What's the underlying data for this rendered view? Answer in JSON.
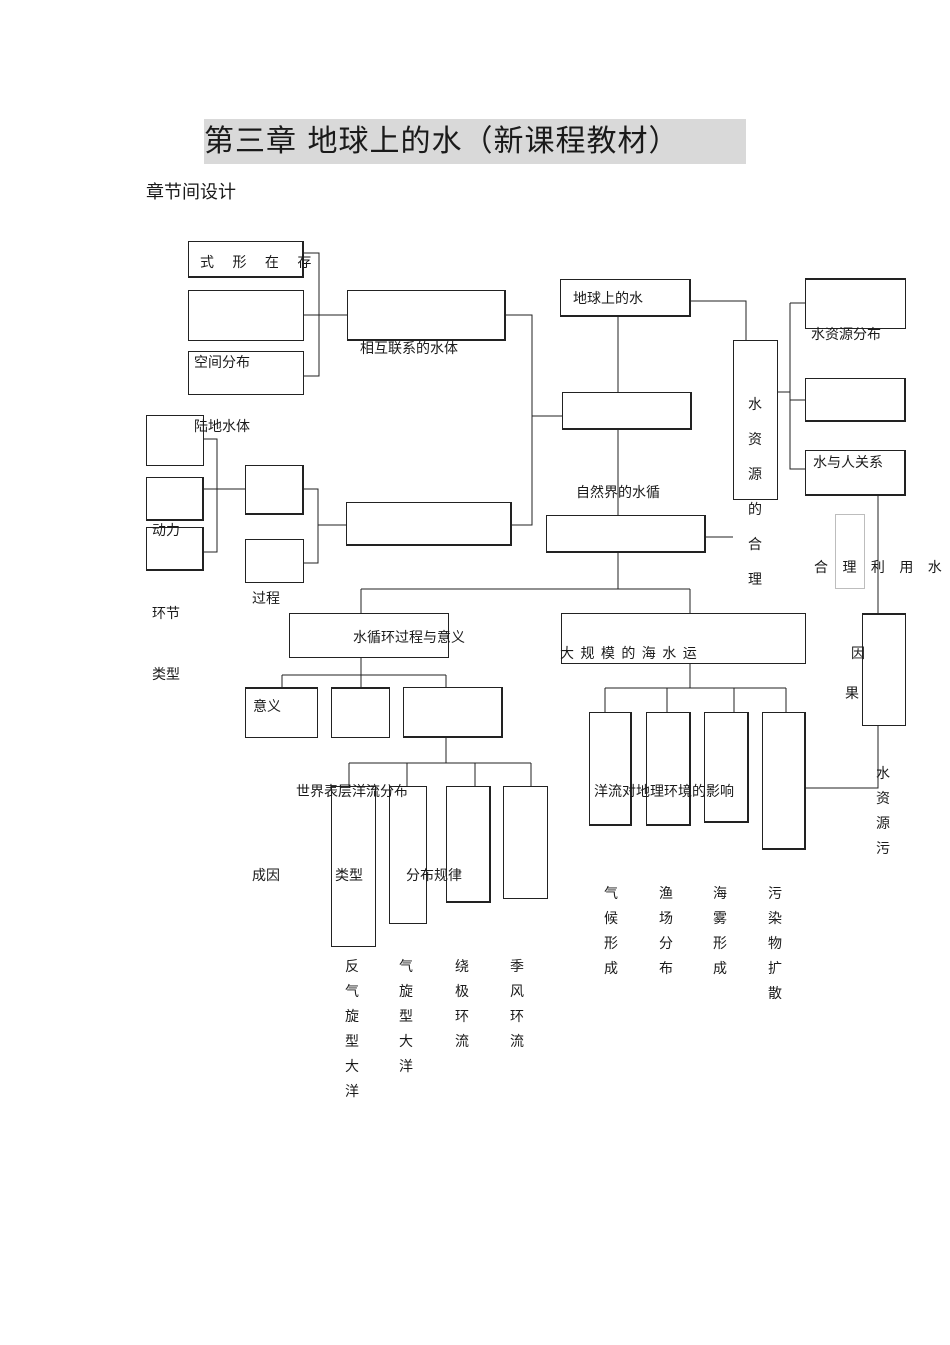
{
  "header": {
    "title": "第三章   地球上的水（新课程教材）",
    "subtitle": "章节间设计"
  },
  "diagram": {
    "form": "式 形 在 存",
    "space": "空间分布",
    "linked": "相互联系的水体",
    "land": "陆地水体",
    "power": "动力",
    "link": "环节",
    "type": "类型",
    "process": "过程",
    "earth": "地球上的水",
    "natural": "自然界的水循",
    "cycle": "水循环过程与意义",
    "meaning": "意义",
    "distrib": "世界表层洋流分布",
    "cause": "成因",
    "ctype": "类型",
    "rule": "分布规律",
    "anti": "反气旋型大洋",
    "cyc": "气旋型大洋",
    "polar": "绕极环流",
    "monsoon": "季风环流",
    "large": "大 规 模 的 海  水 运",
    "effect": "洋流对地理环境的影响",
    "climate": "气候形成",
    "fish": "渔场分布",
    "fog": "海雾形成",
    "pollute": "污染物扩散",
    "rational": "水资源的合理",
    "wdist": "水资源分布",
    "wrel": "水与人关系",
    "use": "合 理 利 用 水 资",
    "ya": "因",
    "guo": "果",
    "wpol": "水资源污"
  }
}
